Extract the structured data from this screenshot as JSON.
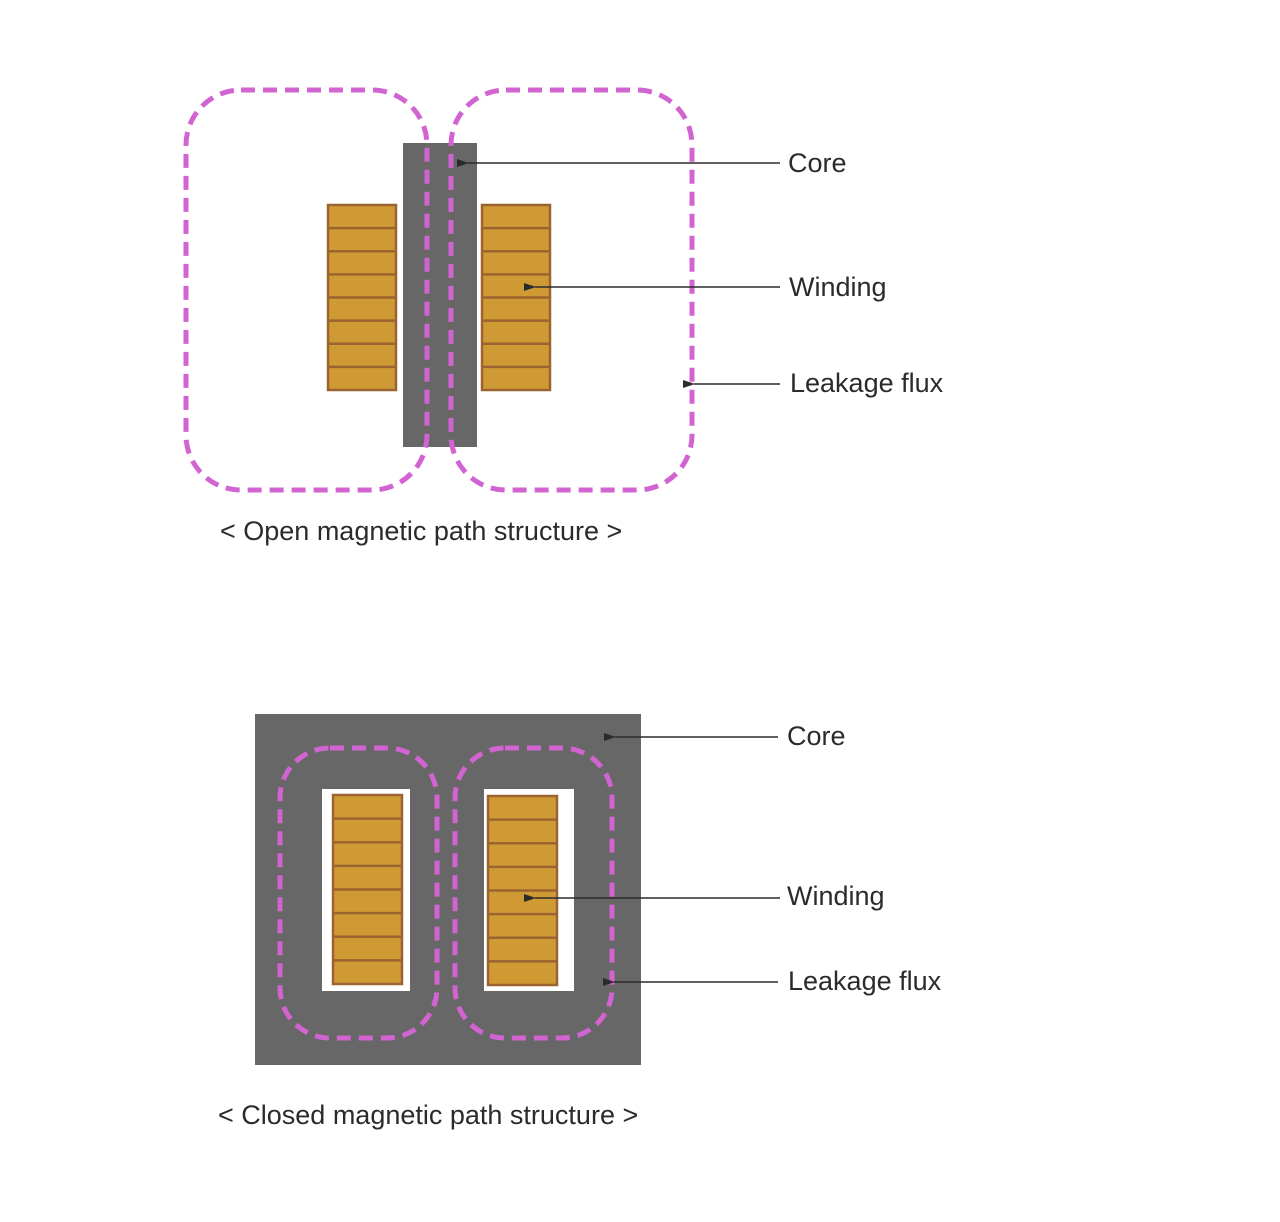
{
  "colors": {
    "core": "#676767",
    "winding_fill": "#cf9a34",
    "winding_stroke": "#9a6330",
    "flux": "#d164d1",
    "text": "#2b2b2b",
    "background": "#ffffff"
  },
  "open_structure": {
    "caption": "< Open magnetic path structure >",
    "labels": {
      "core": "Core",
      "winding": "Winding",
      "leakage_flux": "Leakage flux"
    },
    "winding_turns": 8
  },
  "closed_structure": {
    "caption": "< Closed magnetic path structure >",
    "labels": {
      "core": "Core",
      "winding": "Winding",
      "leakage_flux": "Leakage flux"
    },
    "winding_turns": 8
  }
}
